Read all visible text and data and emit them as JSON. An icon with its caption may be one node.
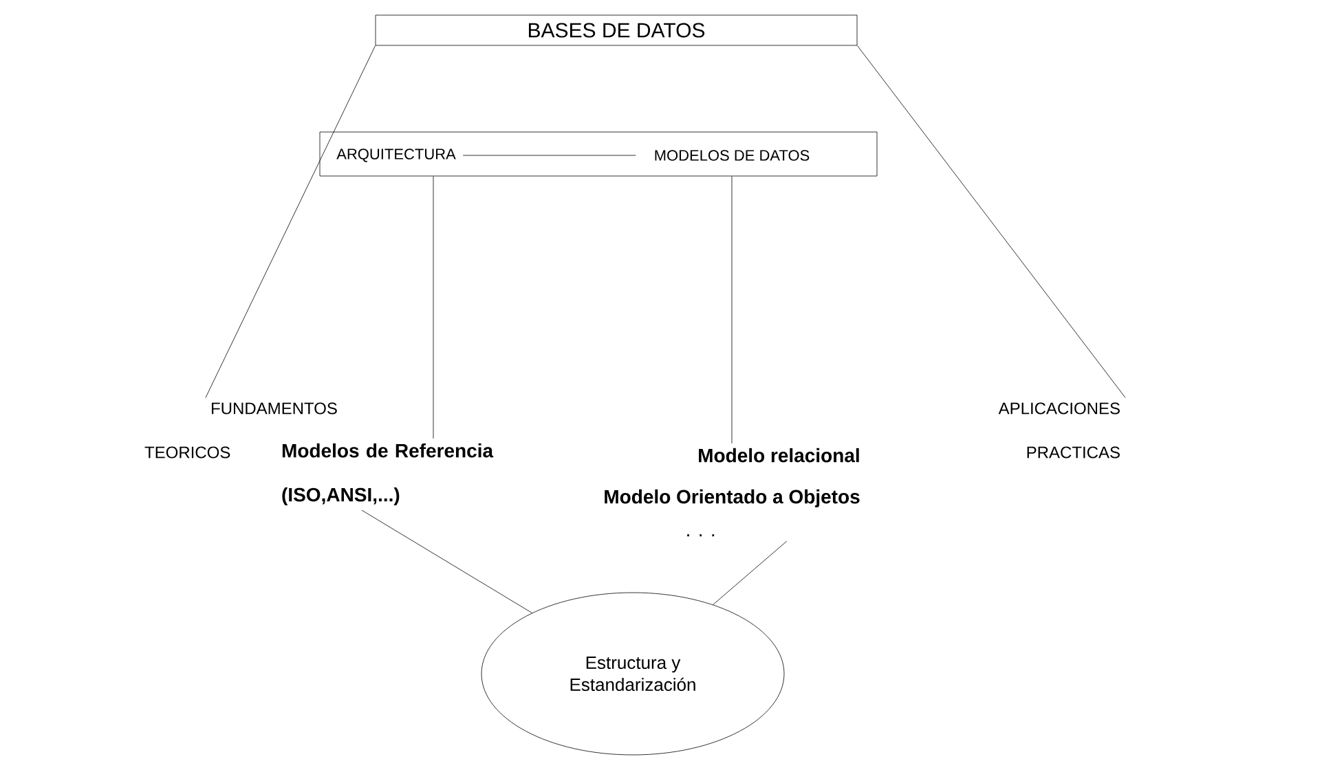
{
  "diagram": {
    "nodes": [
      {
        "text": [
          "BASES DE DATOS"
        ]
      },
      {
        "text": [],
        "shape": "box"
      },
      {
        "text": [
          "ARQUITECTURA"
        ],
        "in": 1
      },
      {
        "text": [
          "MODELOS DE DATOS"
        ],
        "in": 1
      },
      {
        "text": [
          "FUNDAMENTOS TEORICOS"
        ]
      },
      {
        "text": [
          "Modelos de Referencia (ISO,ANSI,...)"
        ]
      },
      {
        "text": [
          "Modelo relacional",
          "Modelo Orientado a Objetos",
          ". . ."
        ]
      },
      {
        "text": [
          "APLICACIONES PRACTICAS"
        ]
      },
      {
        "text": [
          "Estructura y Estandarización"
        ]
      }
    ],
    "edges": [
      {
        "from": 0,
        "to": 4,
        "arrow": "none"
      },
      {
        "from": 0,
        "to": 7,
        "arrow": "none"
      },
      {
        "from": 2,
        "to": 3,
        "arrow": "none"
      },
      {
        "from": 2,
        "to": 5,
        "arrow": "none"
      },
      {
        "from": 3,
        "to": 6,
        "arrow": "none"
      },
      {
        "from": 5,
        "to": 8,
        "arrow": "none"
      },
      {
        "from": 6,
        "to": 8,
        "arrow": "none"
      }
    ]
  }
}
